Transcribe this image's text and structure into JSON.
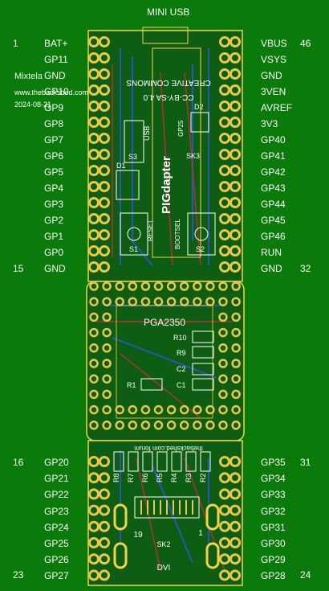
{
  "header": {
    "connector": "MINI USB"
  },
  "meta": {
    "author": "Mixtela",
    "site": "www.thebackshed.com",
    "date": "2024-08-21"
  },
  "pin_numbers": {
    "top_left": "1",
    "top_right": "46",
    "mid_left": "15",
    "mid_right": "32",
    "low_left_start": "16",
    "low_right_start": "31",
    "low_left_end": "23",
    "low_right_end": "24"
  },
  "left_pins_top": [
    "BAT+",
    "GP11",
    "GND",
    "GP10",
    "GP9",
    "GP8",
    "GP7",
    "GP6",
    "GP5",
    "GP4",
    "GP3",
    "GP2",
    "GP1",
    "GP0",
    "GND"
  ],
  "right_pins_top": [
    "VBUS",
    "VSYS",
    "GND",
    "3VEN",
    "AVREF",
    "3V3",
    "GP40",
    "GP41",
    "GP42",
    "GP43",
    "GP44",
    "GP45",
    "GP46",
    "RUN",
    "GND"
  ],
  "left_pins_bottom": [
    "GP20",
    "GP21",
    "GP22",
    "GP23",
    "GP24",
    "GP25",
    "GP26",
    "GP27"
  ],
  "right_pins_bottom": [
    "GP35",
    "GP34",
    "GP33",
    "GP32",
    "GP31",
    "GP30",
    "GP29",
    "GP28"
  ],
  "board": {
    "silk_logo": "CREATIVE COMMONS",
    "license": "CC-BY-SA 4.0",
    "brand": "PIGdapter",
    "chip": "PGA2350",
    "labels": {
      "usb": "USB",
      "reset": "RESET",
      "boot": "BOOTSEL",
      "s1": "S1",
      "s2": "S2",
      "s3": "S3",
      "d1": "D1",
      "d2": "D2",
      "sk3": "SK3",
      "sk2": "SK2",
      "dvi": "DVI",
      "gp25": "GP25",
      "r10": "R10",
      "r9": "R9",
      "c2": "C2",
      "c1": "C1",
      "r1": "R1",
      "pin19": "19",
      "pin1": "1",
      "forum": "thebackshed.com forum"
    }
  },
  "colors": {
    "bg": "#0a7a0a",
    "silk": "#ffffff",
    "copper": "#e8c84a",
    "trace_blue": "#2f55d6",
    "trace_red": "#c0303a"
  }
}
